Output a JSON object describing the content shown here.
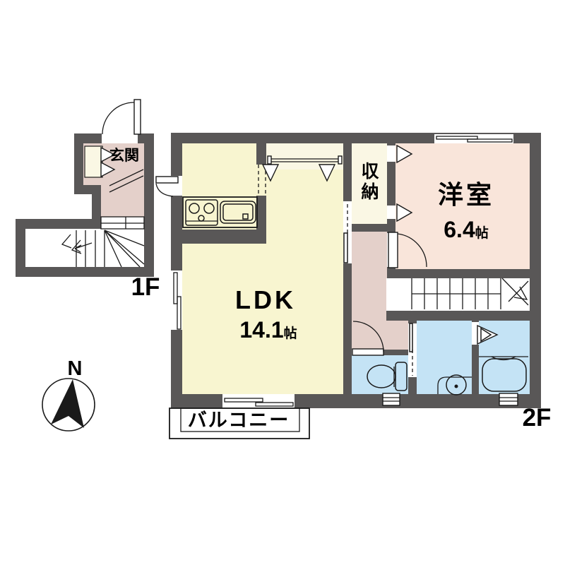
{
  "colors": {
    "wall": "#595757",
    "room_yellow": "#f8f5d0",
    "closet_cream": "#faf7e4",
    "room_pink": "#f9e5da",
    "hall_mauve": "#e4d0ca",
    "wet_blue": "#c4e3f5",
    "line": "#1a1a1a",
    "text": "#000000"
  },
  "labels": {
    "floor1": "1F",
    "floor2": "2F",
    "north": "N",
    "entrance": "玄関",
    "storage": "収納",
    "western_room": "洋室",
    "western_size_value": "6.4",
    "western_size_unit": "帖",
    "ldk": "LDK",
    "ldk_size_value": "14.1",
    "ldk_size_unit": "帖",
    "balcony": "バルコニー"
  }
}
